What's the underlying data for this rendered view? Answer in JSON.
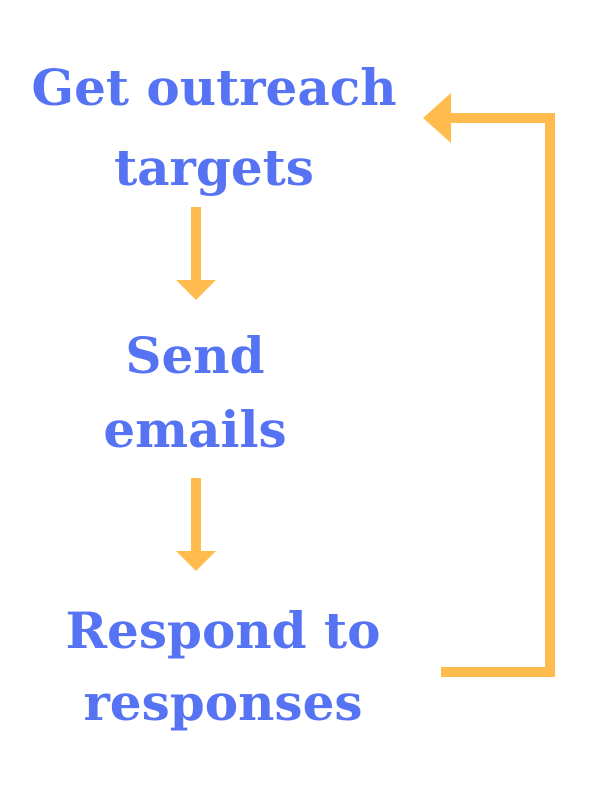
{
  "diagram": {
    "type": "cyclic flowchart",
    "colors": {
      "text": "#5673f3",
      "arrows": "#ffbb4d",
      "background": "#ffffff"
    },
    "steps": [
      {
        "lines": [
          "Get outreach",
          "targets"
        ]
      },
      {
        "lines": [
          "Send",
          "emails"
        ]
      },
      {
        "lines": [
          "Respond to",
          "responses"
        ]
      }
    ],
    "connectors": [
      {
        "from": "step-1",
        "to": "step-2",
        "style": "down-arrow"
      },
      {
        "from": "step-2",
        "to": "step-3",
        "style": "down-arrow"
      },
      {
        "from": "step-3",
        "to": "step-1",
        "style": "loop-back-arrow"
      }
    ]
  }
}
